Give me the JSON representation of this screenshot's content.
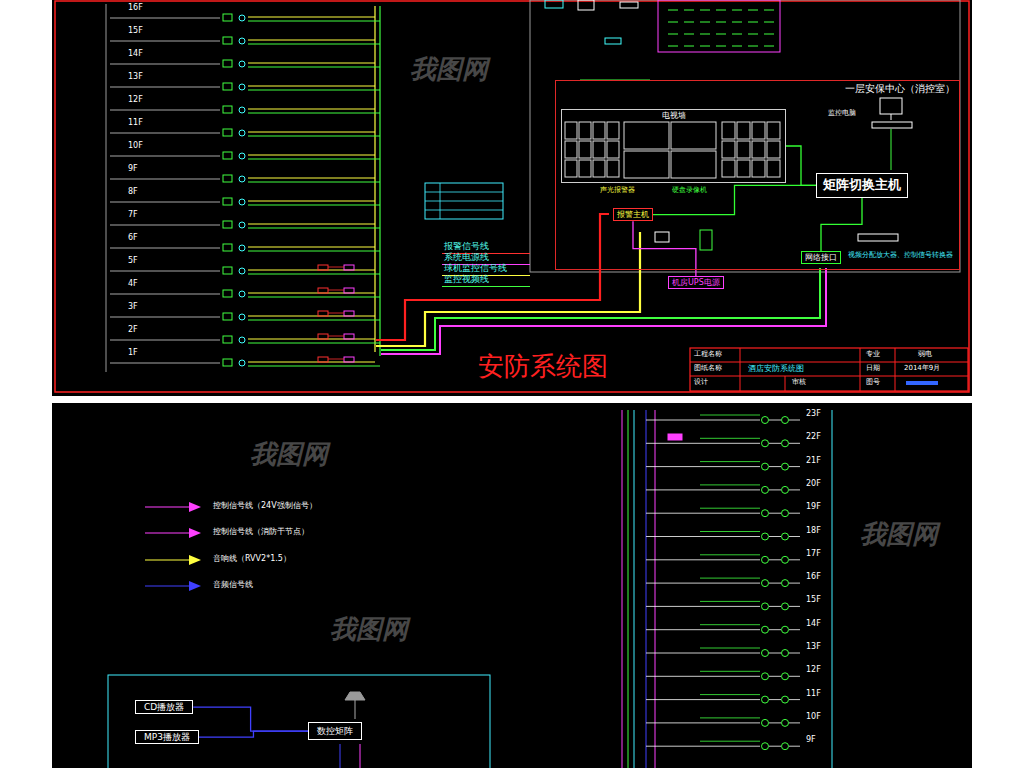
{
  "diagram": {
    "title": "安防系统图",
    "nodes": [
      {
        "text": [
          "一层安保中心（消控室）"
        ]
      },
      {
        "text": [
          "电视墙"
        ],
        "in": 0
      },
      {
        "text": [
          "矩阵切换主机"
        ],
        "in": 0
      },
      {
        "text": [
          "报警主机"
        ],
        "in": 0
      },
      {
        "text": [
          "网络接口"
        ],
        "in": 0
      },
      {
        "text": [
          "机房UPS电源"
        ]
      },
      {
        "text": [
          "CD播放器"
        ]
      },
      {
        "text": [
          "MP3播放器"
        ]
      },
      {
        "text": [
          "数控矩阵"
        ]
      }
    ],
    "edges": [
      {
        "from": 3,
        "to": 2,
        "arrow": "none"
      },
      {
        "from": 2,
        "to": 1,
        "arrow": "none"
      },
      {
        "from": 4,
        "to": 2,
        "arrow": "none"
      },
      {
        "from": 5,
        "to": 3,
        "arrow": "none"
      },
      {
        "from": 6,
        "to": 8,
        "arrow": "none"
      },
      {
        "from": 7,
        "to": 8,
        "arrow": "none"
      }
    ],
    "labels": [
      "工程名称",
      "酒店安防系统图",
      "图纸名称",
      "设计",
      "审核",
      "专业",
      "弱电",
      "日期",
      "2014年9月",
      "图号",
      "视频分配放大器、控制信号转换器",
      "声光报警器",
      "硬盘录像机",
      "监控电脑",
      "16F",
      "15F",
      "14F",
      "13F",
      "12F",
      "11F",
      "10F",
      "9F",
      "8F",
      "7F",
      "6F",
      "5F",
      "4F",
      "3F",
      "2F",
      "1F",
      "23F",
      "22F",
      "21F",
      "20F",
      "19F",
      "18F",
      "17F",
      "16F",
      "15F",
      "14F",
      "13F",
      "12F",
      "11F",
      "10F",
      "9F",
      "我图网",
      "我图网",
      "我图网",
      "我图网"
    ],
    "legend": [
      {
        "text": "报警信号线"
      },
      {
        "text": "系统电源线"
      },
      {
        "text": "球机监控信号线"
      },
      {
        "text": "监控视频线"
      },
      {
        "text": "控制信号线（24V强制信号）"
      },
      {
        "text": "控制信号线（消防干节点）"
      },
      {
        "text": "音响线（RVV2*1.5）"
      },
      {
        "text": "音频信号线"
      }
    ]
  }
}
